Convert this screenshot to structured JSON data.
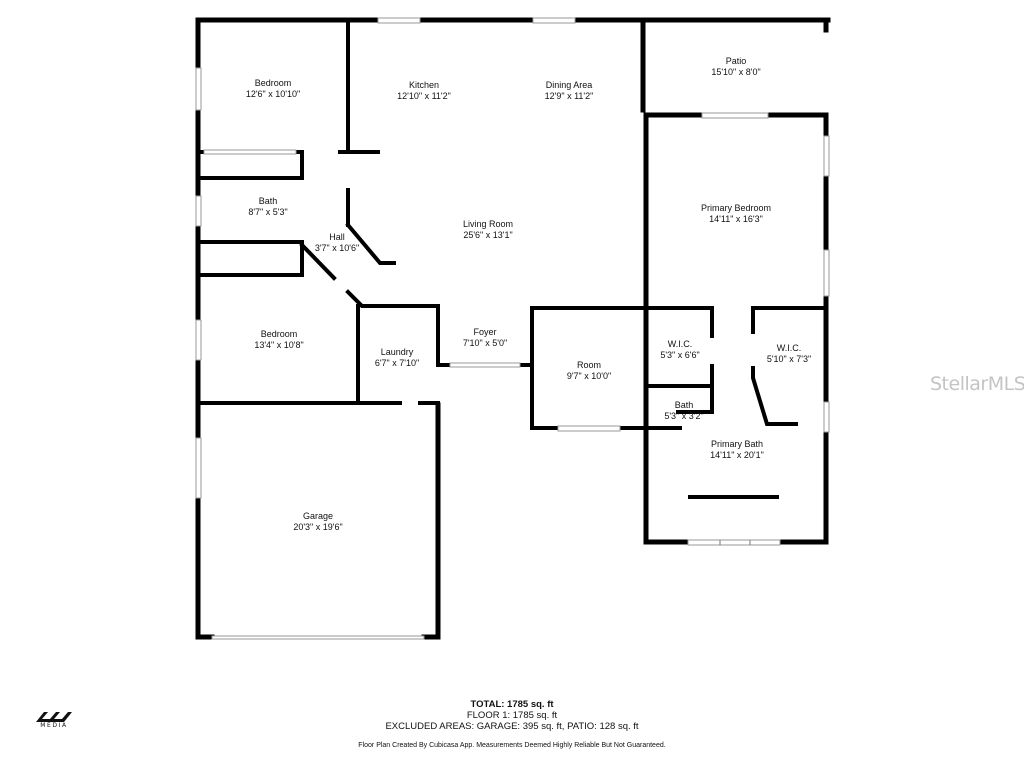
{
  "rooms": [
    {
      "id": "bedroom-1",
      "name": "Bedroom",
      "dims": "12'6\" x 10'10\""
    },
    {
      "id": "kitchen",
      "name": "Kitchen",
      "dims": "12'10\" x 11'2\""
    },
    {
      "id": "dining",
      "name": "Dining Area",
      "dims": "12'9\" x 11'2\""
    },
    {
      "id": "patio",
      "name": "Patio",
      "dims": "15'10\" x 8'0\""
    },
    {
      "id": "bath-1",
      "name": "Bath",
      "dims": "8'7\" x 5'3\""
    },
    {
      "id": "hall",
      "name": "Hall",
      "dims": "3'7\" x 10'6\""
    },
    {
      "id": "living",
      "name": "Living Room",
      "dims": "25'6\" x 13'1\""
    },
    {
      "id": "primary-bedroom",
      "name": "Primary Bedroom",
      "dims": "14'11\" x 16'3\""
    },
    {
      "id": "bedroom-2",
      "name": "Bedroom",
      "dims": "13'4\" x 10'8\""
    },
    {
      "id": "laundry",
      "name": "Laundry",
      "dims": "6'7\" x 7'10\""
    },
    {
      "id": "foyer",
      "name": "Foyer",
      "dims": "7'10\" x 5'0\""
    },
    {
      "id": "room",
      "name": "Room",
      "dims": "9'7\" x 10'0\""
    },
    {
      "id": "wic-1",
      "name": "W.I.C.",
      "dims": "5'3\" x 6'6\""
    },
    {
      "id": "wic-2",
      "name": "W.I.C.",
      "dims": "5'10\" x 7'3\""
    },
    {
      "id": "bath-2",
      "name": "Bath",
      "dims": "5'3\" x 3'2\""
    },
    {
      "id": "primary-bath",
      "name": "Primary Bath",
      "dims": "14'11\" x 20'1\""
    },
    {
      "id": "garage",
      "name": "Garage",
      "dims": "20'3\" x 19'6\""
    }
  ],
  "totals": {
    "total": "TOTAL: 1785 sq. ft",
    "floor": "FLOOR 1: 1785 sq. ft",
    "excluded": "EXCLUDED AREAS: GARAGE: 395 sq. ft, PATIO: 128 sq. ft"
  },
  "disclaimer": "Floor Plan Created By Cubicasa App. Measurements Deemed Highly Reliable But Not Guaranteed.",
  "watermark": "StellarMLS",
  "brand": {
    "text": "MEDIA"
  },
  "colors": {
    "wall": "#000000",
    "window": "#9a9a9a",
    "watermark": "#c4c4c4"
  }
}
